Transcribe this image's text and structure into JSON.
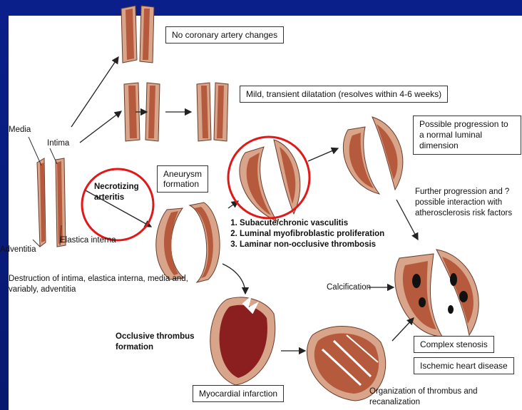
{
  "colors": {
    "background": "#0a1f8a",
    "title_text": "#f2d20a",
    "highlight_circle": "#e01818",
    "vessel_outer": "#d9a58a",
    "vessel_wall": "#b55a3c",
    "thrombus": "#8b1e1e"
  },
  "labels": {
    "media": "Media",
    "intima": "Intima",
    "adventitia": "Adventitia",
    "elastica_interna": "Elastica interna",
    "necrotizing_arteritis": "Necrotizing arteritis",
    "destruction": "Destruction of intima, elastica interna, media and, variably, adventitia",
    "calcification": "Calcification",
    "occlusive_thrombus": "Occlusive thrombus formation",
    "organization": "Organization of thrombus and recanalization",
    "further_progression": "Further progression and ? possible interaction with atherosclerosis risk factors"
  },
  "boxes": {
    "no_changes": "No coronary artery changes",
    "mild_dilatation": "Mild, transient dilatation (resolves within 4-6 weeks)",
    "aneurysm": "Aneurysm formation",
    "possible_progression": "Possible progression to a normal luminal dimension",
    "complex_stenosis": "Complex stenosis",
    "ischemic": "Ischemic heart disease",
    "mi": "Myocardial infarction"
  },
  "list": [
    "Subacute/chronic vasculitis",
    "Luminal myofibroblastic proliferation",
    "Laminar non-occlusive thrombosis"
  ]
}
